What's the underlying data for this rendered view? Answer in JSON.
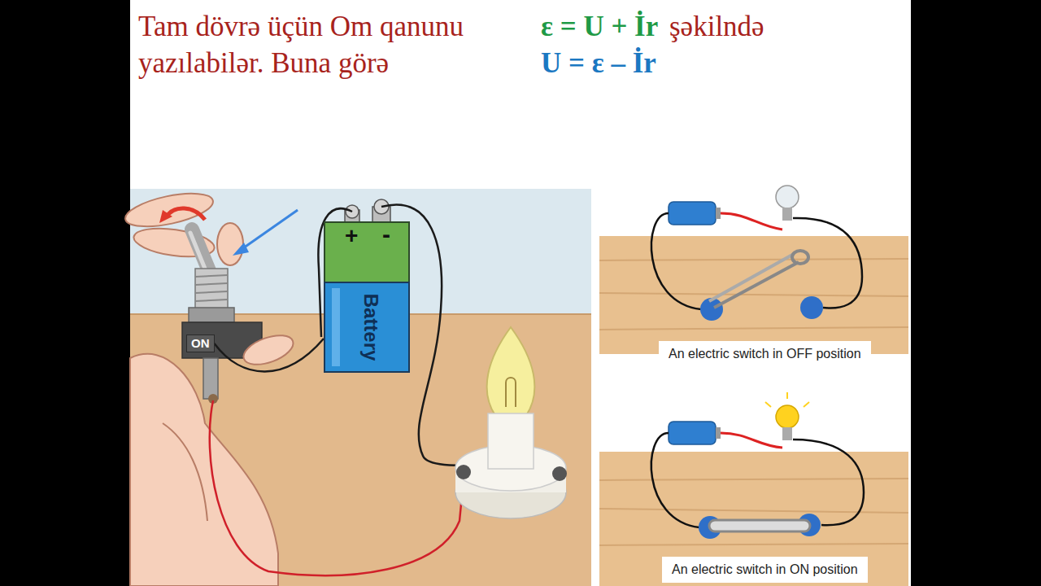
{
  "diagram": {
    "title": "Tam dövrə üçün Om qanunu yazılabilər. Buna görə",
    "nodes": [
      {
        "text": [
          "+",
          "-",
          "Battery"
        ]
      },
      {
        "text": [
          "ON"
        ]
      },
      {
        "text": [
          "An electric switch in OFF position"
        ]
      },
      {
        "text": [
          "An electric switch in ON position"
        ]
      }
    ],
    "edges": [
      {
        "from": 0,
        "to": 1,
        "arrow": "none"
      }
    ],
    "labels": [
      "ε = U + İr",
      "şəkilndə",
      "U = ε – İr"
    ]
  }
}
